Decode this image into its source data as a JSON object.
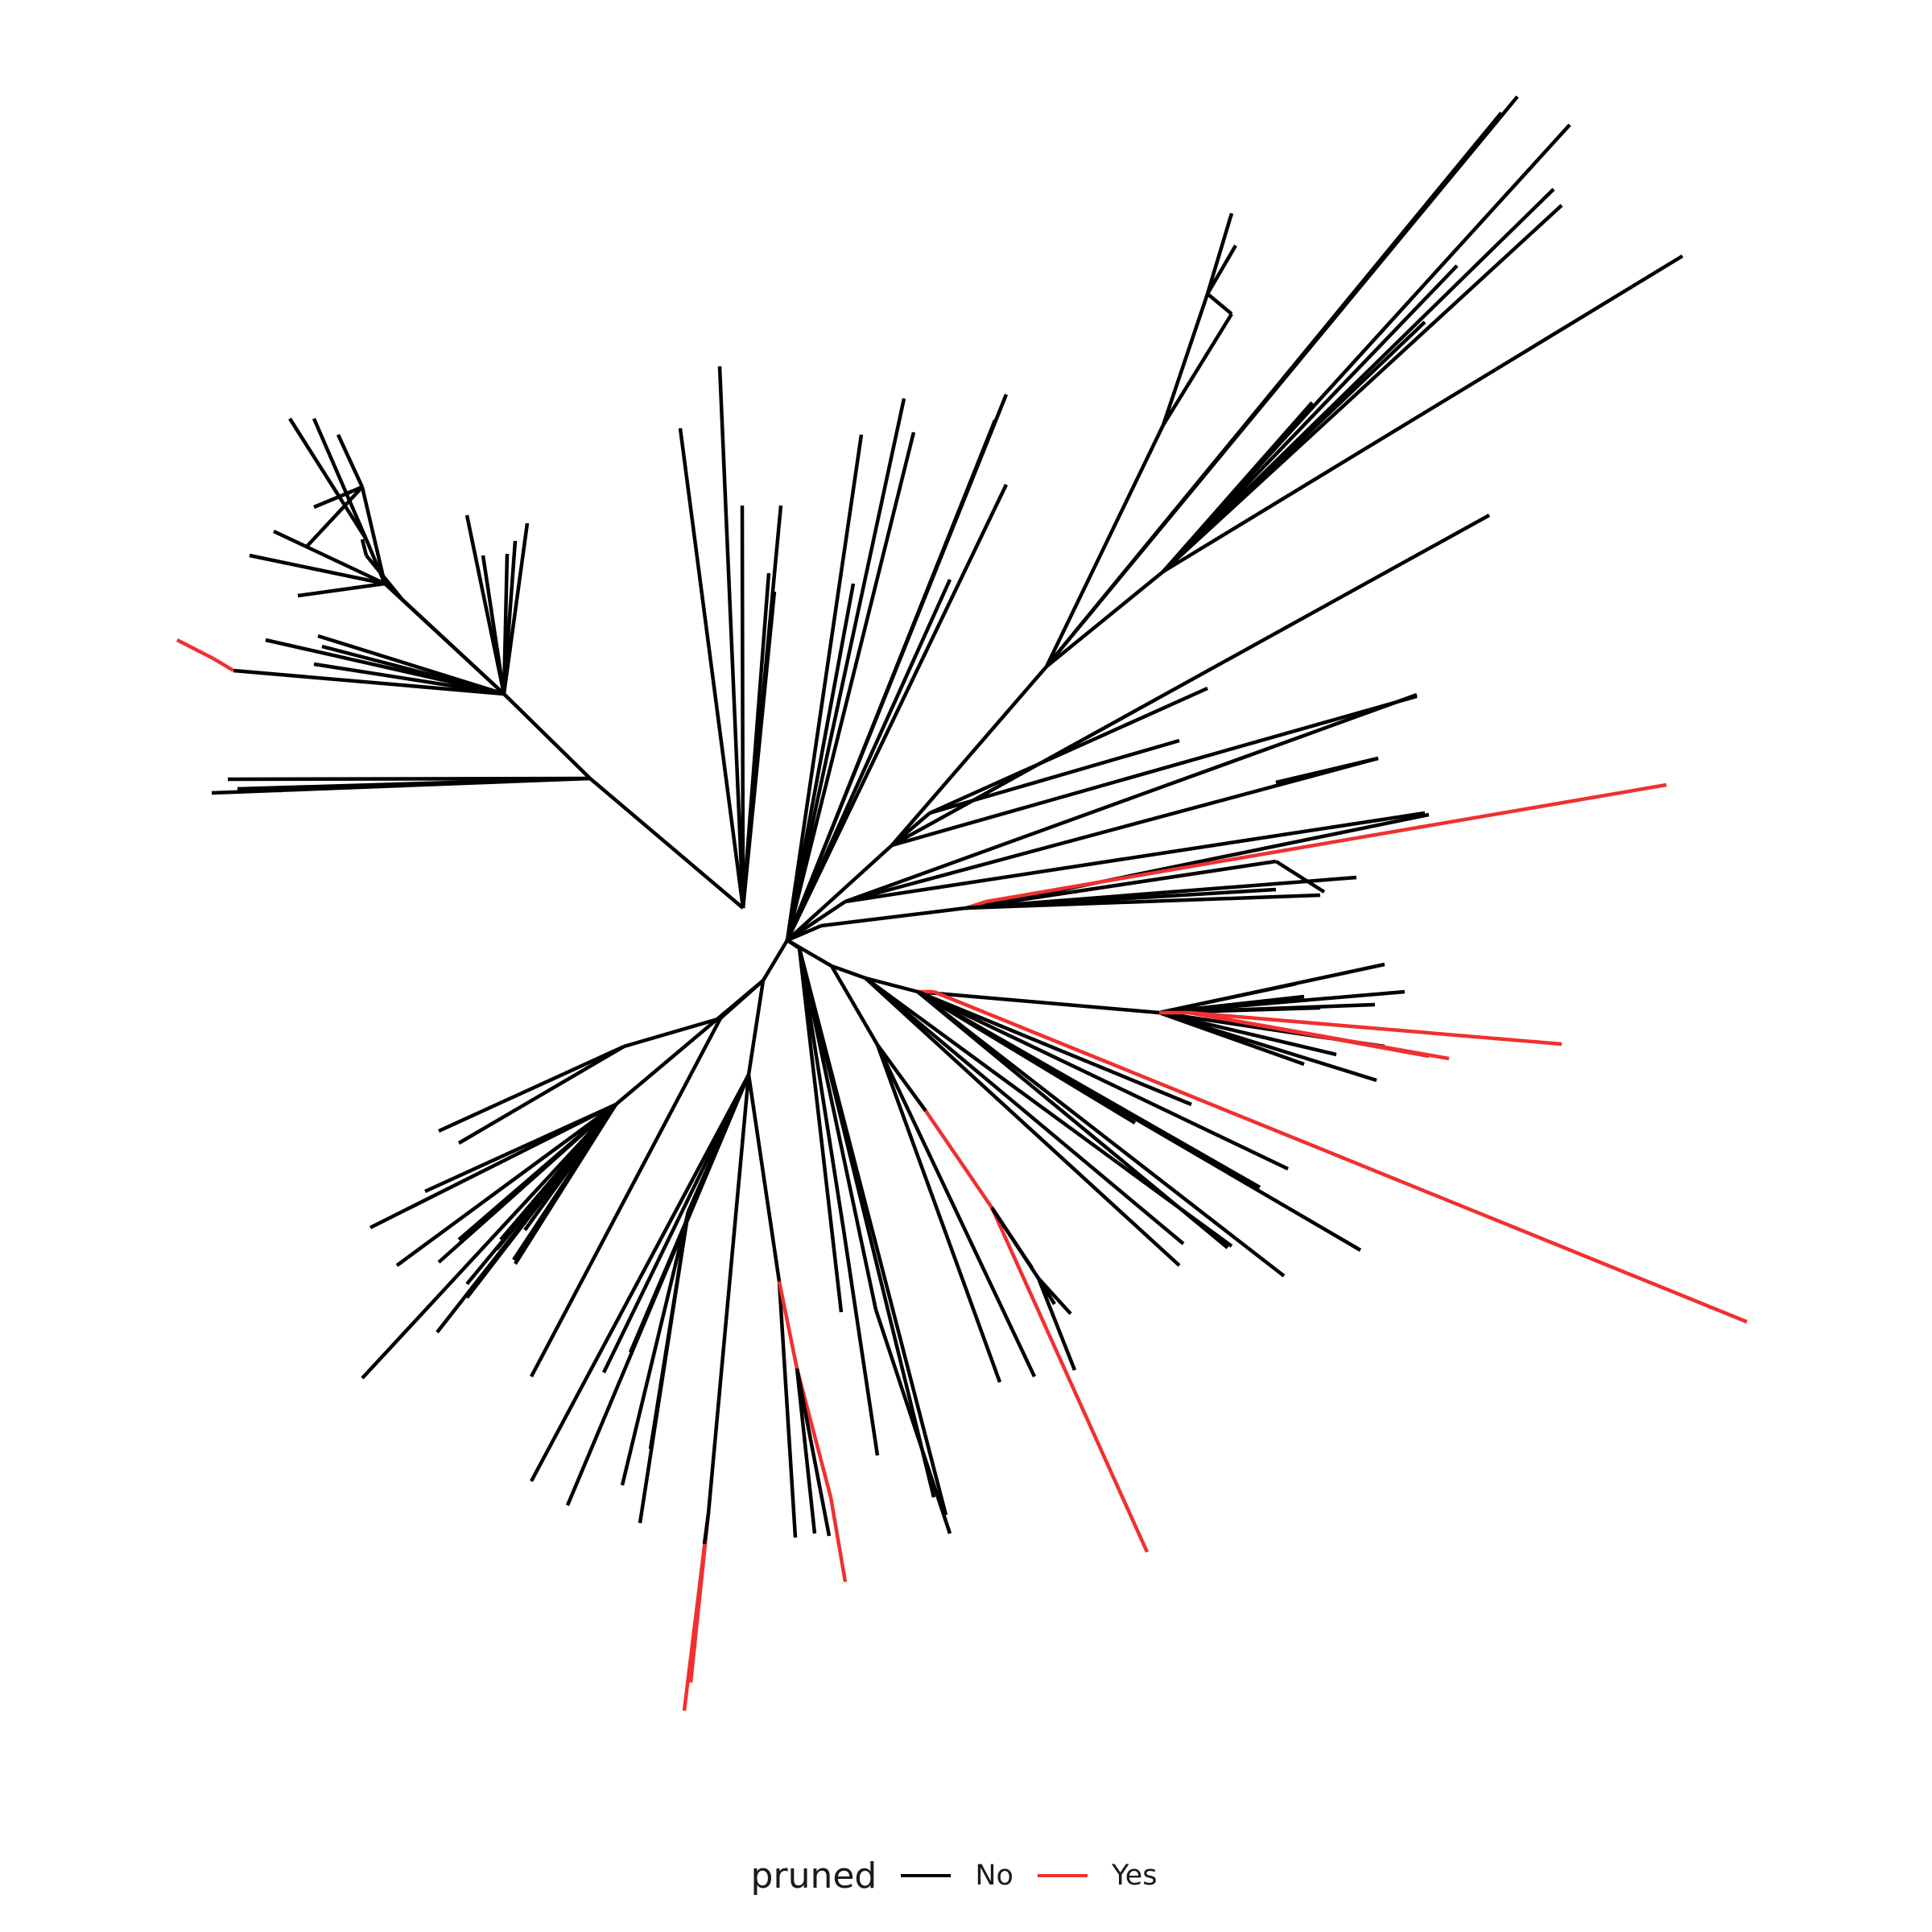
{
  "legend": {
    "title": "pruned",
    "items": [
      {
        "label": "No",
        "color": "#000000"
      },
      {
        "label": "Yes",
        "color": "#f03030"
      }
    ]
  }
}
